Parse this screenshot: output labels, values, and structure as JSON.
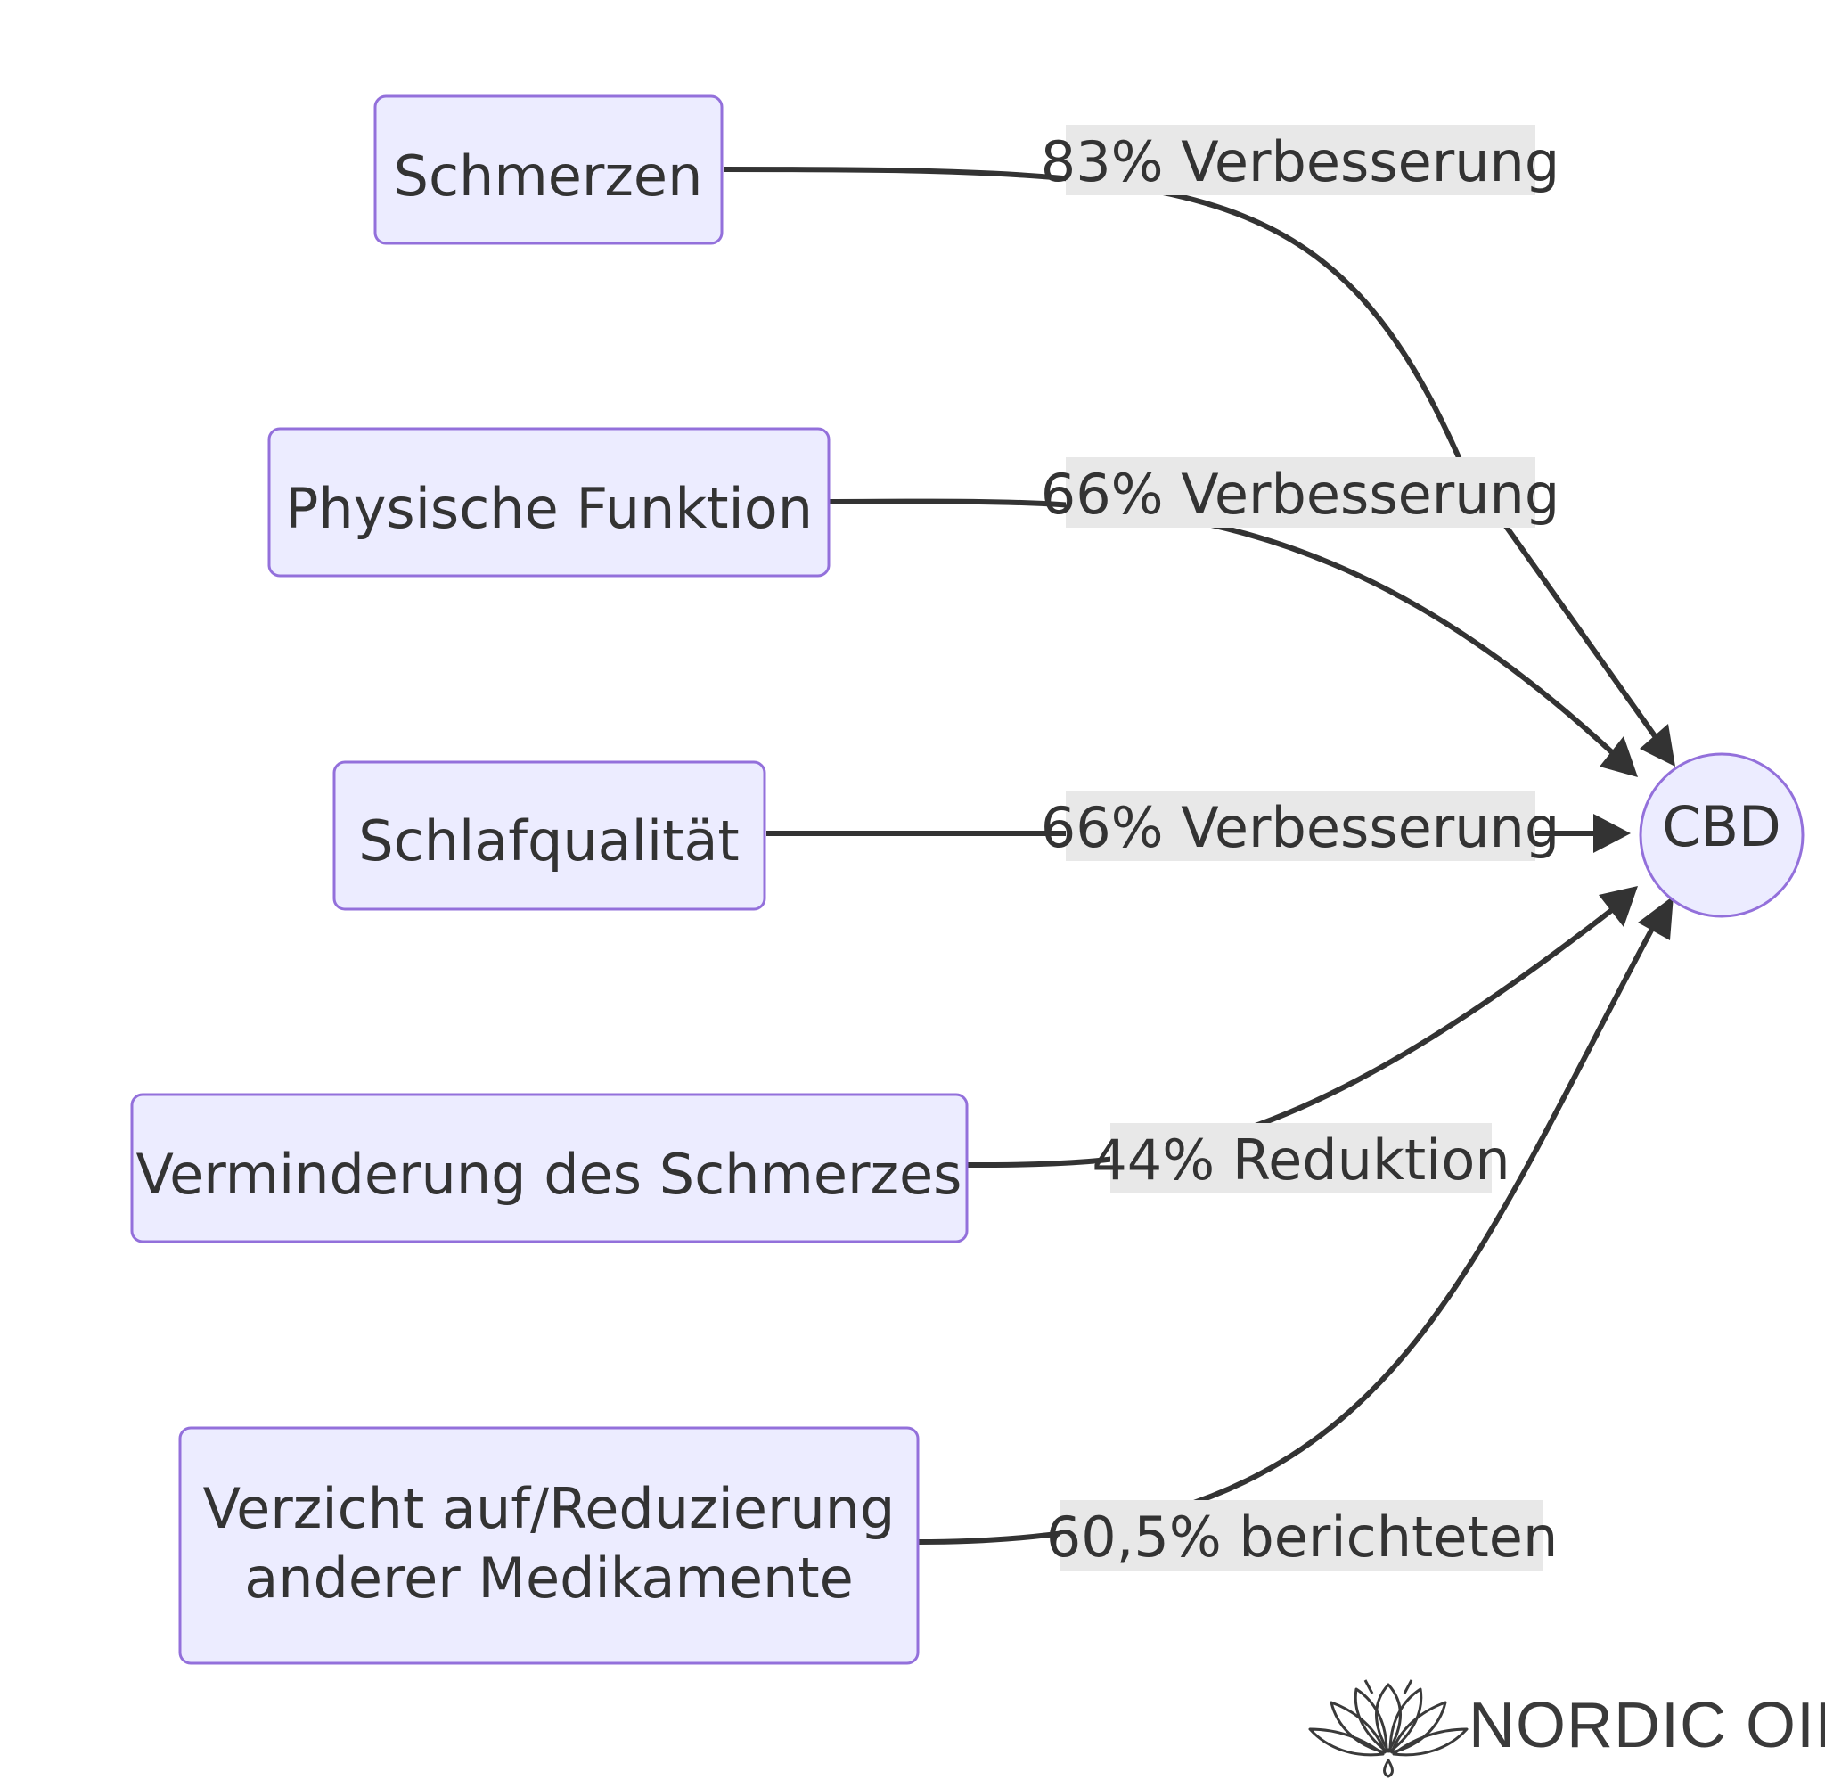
{
  "diagram": {
    "nodes": [
      {
        "id": "schmerzen",
        "label": "Schmerzen"
      },
      {
        "id": "physische",
        "label": "Physische Funktion"
      },
      {
        "id": "schlaf",
        "label": "Schlafqualität"
      },
      {
        "id": "verminderung",
        "label": "Verminderung des Schmerzes"
      },
      {
        "id": "verzicht",
        "label_line1": "Verzicht auf/Reduzierung",
        "label_line2": "anderer Medikamente"
      },
      {
        "id": "cbd",
        "label": "CBD"
      }
    ],
    "edges": [
      {
        "from": "schmerzen",
        "to": "cbd",
        "label": "83% Verbesserung"
      },
      {
        "from": "physische",
        "to": "cbd",
        "label": "66% Verbesserung"
      },
      {
        "from": "schlaf",
        "to": "cbd",
        "label": "66% Verbesserung"
      },
      {
        "from": "verminderung",
        "to": "cbd",
        "label": "44% Reduktion"
      },
      {
        "from": "verzicht",
        "to": "cbd",
        "label": "60,5% berichteten"
      }
    ]
  },
  "logo": {
    "text": "NORDIC OIL",
    "icon": "lotus-icon"
  }
}
